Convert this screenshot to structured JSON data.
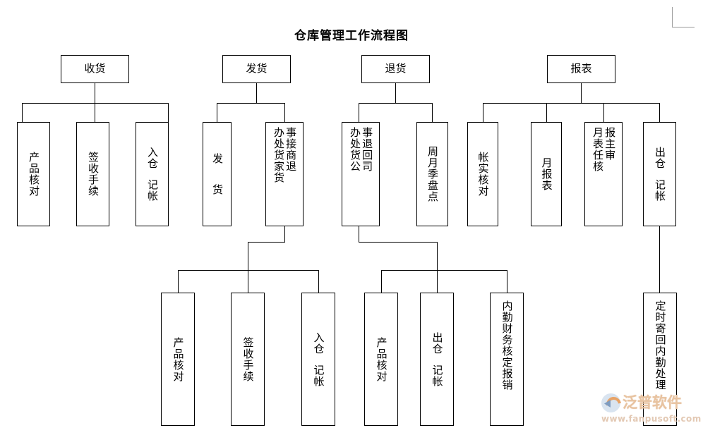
{
  "title": "仓库管理工作流程图",
  "watermark": {
    "brand": "泛普软件",
    "url": "www.fanpusoft.com"
  },
  "chart_data": {
    "type": "diagram",
    "diagram_kind": "organizational-flowchart",
    "title": "仓库管理工作流程图",
    "orientation": "top-down tree, vertical CJK text in leaf nodes",
    "branches": [
      {
        "root": "收货",
        "children": [
          "产品核对",
          "签收手续",
          "入仓  记帐"
        ]
      },
      {
        "root": "发货",
        "children": [
          "发  货",
          "接商家退货事 办处货"
        ],
        "sub_from": "接商家退货事 办处货",
        "sub_children": [
          "产品核对",
          "签收手续",
          "入仓  记帐"
        ]
      },
      {
        "root": "退货",
        "children": [
          "退回公司 办事处货",
          "周月季盘点"
        ],
        "sub_from": "退回公司 办事处货",
        "sub_children": [
          "产品核对",
          "出仓  记帐",
          "内勤财务核定报销"
        ]
      },
      {
        "root": "报表",
        "children": [
          "帐实核对",
          "月报表",
          "报表主任审核",
          "出仓  记帐"
        ],
        "sub_from": "出仓  记帐",
        "sub_children": [
          "定时寄回内勤处理"
        ]
      }
    ]
  },
  "nodes": {
    "top": [
      {
        "id": "shouhuo",
        "label": "收货"
      },
      {
        "id": "fahuo",
        "label": "发货"
      },
      {
        "id": "tuihuo",
        "label": "退货"
      },
      {
        "id": "baobiao",
        "label": "报表"
      }
    ],
    "row2": [
      {
        "id": "r2-1",
        "cols": [
          "产品核对"
        ]
      },
      {
        "id": "r2-2",
        "cols": [
          "签收手续"
        ]
      },
      {
        "id": "r2-3",
        "cols": [
          "入仓",
          "记帐"
        ],
        "gap": true
      },
      {
        "id": "r2-4",
        "cols": [
          "发",
          "货"
        ],
        "gap": true
      },
      {
        "id": "r2-5",
        "cols": [
          "事接商退",
          "办处货家货"
        ]
      },
      {
        "id": "r2-6",
        "cols": [
          "事退回司",
          "办处货公"
        ]
      },
      {
        "id": "r2-7",
        "cols": [
          "周月季盘点"
        ]
      },
      {
        "id": "r2-8",
        "cols": [
          "帐实核对"
        ]
      },
      {
        "id": "r2-9",
        "cols": [
          "月报表"
        ]
      },
      {
        "id": "r2-10",
        "cols": [
          "报主审",
          "月表任核"
        ]
      },
      {
        "id": "r2-11",
        "cols": [
          "出仓",
          "记帐"
        ],
        "gap": true
      }
    ],
    "row3": [
      {
        "id": "r3-1",
        "cols": [
          "产品核对"
        ]
      },
      {
        "id": "r3-2",
        "cols": [
          "签收手续"
        ]
      },
      {
        "id": "r3-3",
        "cols": [
          "入仓",
          "记帐"
        ],
        "gap": true
      },
      {
        "id": "r3-4",
        "cols": [
          "产品核对"
        ]
      },
      {
        "id": "r3-5",
        "cols": [
          "出仓",
          "记帐"
        ],
        "gap": true
      },
      {
        "id": "r3-6",
        "cols": [
          "内勤财务核定报销"
        ]
      },
      {
        "id": "r3-7",
        "cols": [
          "定时寄回内勤处理"
        ]
      }
    ]
  },
  "labels": {
    "r2_3_a": "入仓",
    "r2_3_b": "记帐",
    "r2_4_a": "发",
    "r2_4_b": "货",
    "r2_5_right": "事接商退",
    "r2_5_left": "办处货家货",
    "r2_6_right": "事退回司",
    "r2_6_left": "办处货公",
    "r2_7": "周月季盘点",
    "r2_8": "帐实核对",
    "r2_9": "月报表",
    "r2_10_right": "报主审",
    "r2_10_left": "月表任核",
    "r2_11_a": "出仓",
    "r2_11_b": "记帐",
    "r2_1": "产品核对",
    "r2_2": "签收手续",
    "r3_1": "产品核对",
    "r3_2": "签收手续",
    "r3_3_a": "入仓",
    "r3_3_b": "记帐",
    "r3_4": "产品核对",
    "r3_5_a": "出仓",
    "r3_5_b": "记帐",
    "r3_6": "内勤财务核定报销",
    "r3_7": "定时寄回内勤处理"
  },
  "colors": {
    "line": "#000000",
    "boxBorder": "#000000",
    "background": "#ffffff",
    "watermark": "#e8c3a0"
  }
}
